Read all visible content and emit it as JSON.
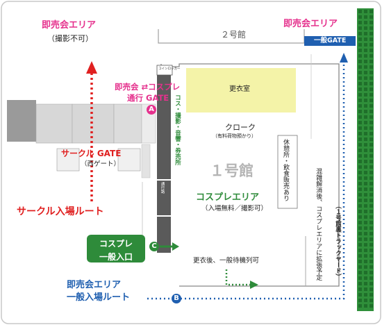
{
  "top_left_zone": {
    "title": "即売会エリア",
    "note": "（撮影不可）"
  },
  "top_right_zone": {
    "title": "即売会エリア"
  },
  "general_gate_label": "一般GATE",
  "hall2_label": "２号館",
  "coin_locker_label": "コインロッカー",
  "cosplay_gate": {
    "line1": "即売会 ⇄コスプレ",
    "line2": "通行 GATE"
  },
  "marker_a": "A",
  "marker_b": "B",
  "marker_c": "C",
  "side_corridor_label": "コス・撮影・音響・券売所",
  "locker_room_label": "更衣室",
  "cloak": {
    "title": "クローク",
    "note": "（有料荷物預かり）"
  },
  "rest_label": "休憩所・飲食販売あり",
  "hall1_label": "１号館",
  "cosplay_area": {
    "title": "コスプレエリア",
    "note": "（入場無料／撮影可）"
  },
  "circle_gate": {
    "title": "サークル GATE",
    "sub": "（西ゲート）"
  },
  "circle_route_label": "サークル入場ルート",
  "cosplay_entrance": {
    "line1": "コスプレ",
    "line2": "一般入口"
  },
  "queue_note": "更衣後、一般待機列可",
  "general_route": {
    "line1": "即売会エリア",
    "line2": "一般入場ルート"
  },
  "congestion_note": "混雑解消後、コスプレエリアに拡張予定",
  "truck_yard_label": "（１号館裏トラックヤード）",
  "small_booth_label": "通行路",
  "colors": {
    "magenta": "#e5318d",
    "blue": "#1f5fb0",
    "red": "#e02020",
    "green": "#2e8b3a",
    "yellow_room": "#f4f3a8",
    "hedge": "#2f8f3a"
  }
}
